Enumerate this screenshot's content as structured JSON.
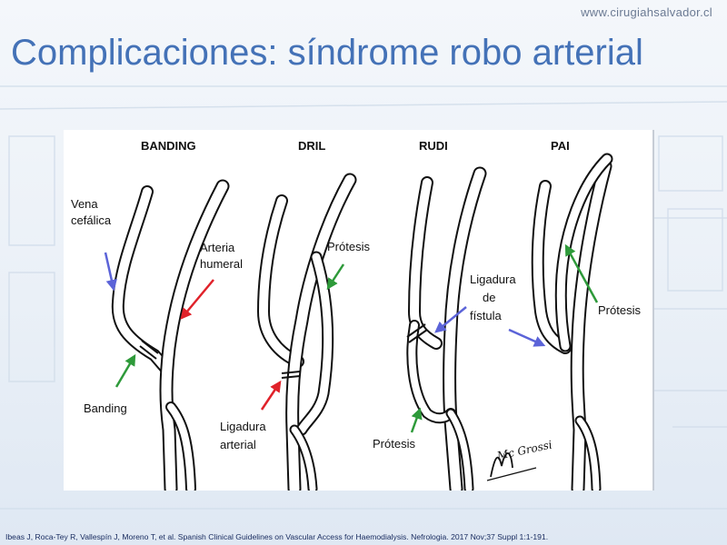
{
  "site_url": "www.cirugiahsalvador.cl",
  "slide_title": "Complicaciones: síndrome robo arterial",
  "figure": {
    "panels": [
      {
        "heading": "BANDING"
      },
      {
        "heading": "DRIL"
      },
      {
        "heading": "RUDI"
      },
      {
        "heading": "PAI"
      }
    ],
    "labels": {
      "vena_cefalica": [
        "Vena",
        "cefálica"
      ],
      "arteria_humeral": [
        "Arteria",
        "humeral"
      ],
      "banding": "Banding",
      "protesis_dril": "Prótesis",
      "ligadura_arterial": [
        "Ligadura",
        "arterial"
      ],
      "ligadura_fistula": [
        "Ligadura",
        "de",
        "fístula"
      ],
      "protesis_rudi": "Prótesis",
      "protesis_pai": "Prótesis"
    },
    "signature": "Mc Grossi",
    "arrow_colors": {
      "blue": "#5b63d8",
      "red": "#e0222a",
      "green": "#2e9a3a"
    }
  },
  "footer_reference": "Ibeas J, Roca-Tey R, Vallespín J, Moreno T, et al. Spanish Clinical Guidelines on Vascular Access for Haemodialysis. Nefrologia. 2017 Nov;37 Suppl 1:1-191."
}
